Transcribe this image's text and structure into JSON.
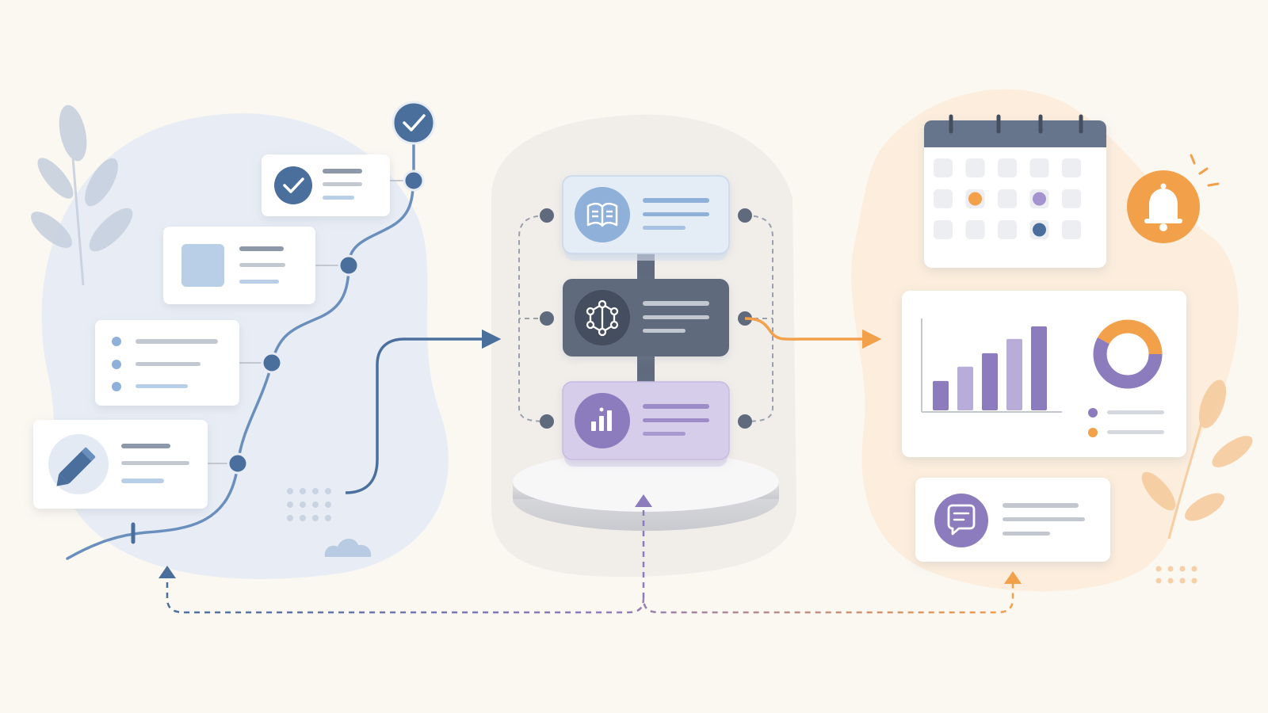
{
  "colors": {
    "background": "#fbf7f1",
    "blue_blob": "#e8edf5",
    "blue_dark": "#4a6f9c",
    "blue_mid": "#6b8fbd",
    "blue_light": "#b9cfe8",
    "slate": "#5f6a7d",
    "slate_dark": "#454e5e",
    "purple": "#8c7bbd",
    "purple_light": "#cfc5e6",
    "orange": "#f2a04a",
    "orange_blob": "#fcebd8",
    "card": "#ffffff",
    "line_gray": "#c3c8d0"
  },
  "left_group": {
    "cards": [
      {
        "icon": "checkmark-icon"
      },
      {
        "icon": "image-placeholder-icon"
      },
      {
        "icon": "bullet-list-icon"
      },
      {
        "icon": "pencil-icon"
      }
    ],
    "top_badge_icon": "checkmark-icon"
  },
  "center_group": {
    "stack": [
      {
        "icon": "book-icon",
        "tone": "blue"
      },
      {
        "icon": "network-icon",
        "tone": "slate"
      },
      {
        "icon": "bar-chart-icon",
        "tone": "purple"
      }
    ]
  },
  "right_group": {
    "calendar": {
      "rows": 3,
      "cols": 5,
      "highlights": [
        {
          "row": 1,
          "col": 1,
          "color": "#f2a04a"
        },
        {
          "row": 1,
          "col": 3,
          "color": "#a493cf"
        },
        {
          "row": 2,
          "col": 3,
          "color": "#4a6f9c"
        }
      ]
    },
    "bell_icon": "bell-icon",
    "dashboard": {
      "chart_data": {
        "type": "bar",
        "values": [
          0.35,
          0.52,
          0.68,
          0.85,
          1.0
        ],
        "donut": [
          {
            "share": 0.58,
            "color": "#8c7bbd"
          },
          {
            "share": 0.42,
            "color": "#f2a04a"
          }
        ]
      },
      "legend_colors": [
        "#8c7bbd",
        "#f2a04a"
      ]
    },
    "chat_icon": "chat-bubble-icon"
  }
}
